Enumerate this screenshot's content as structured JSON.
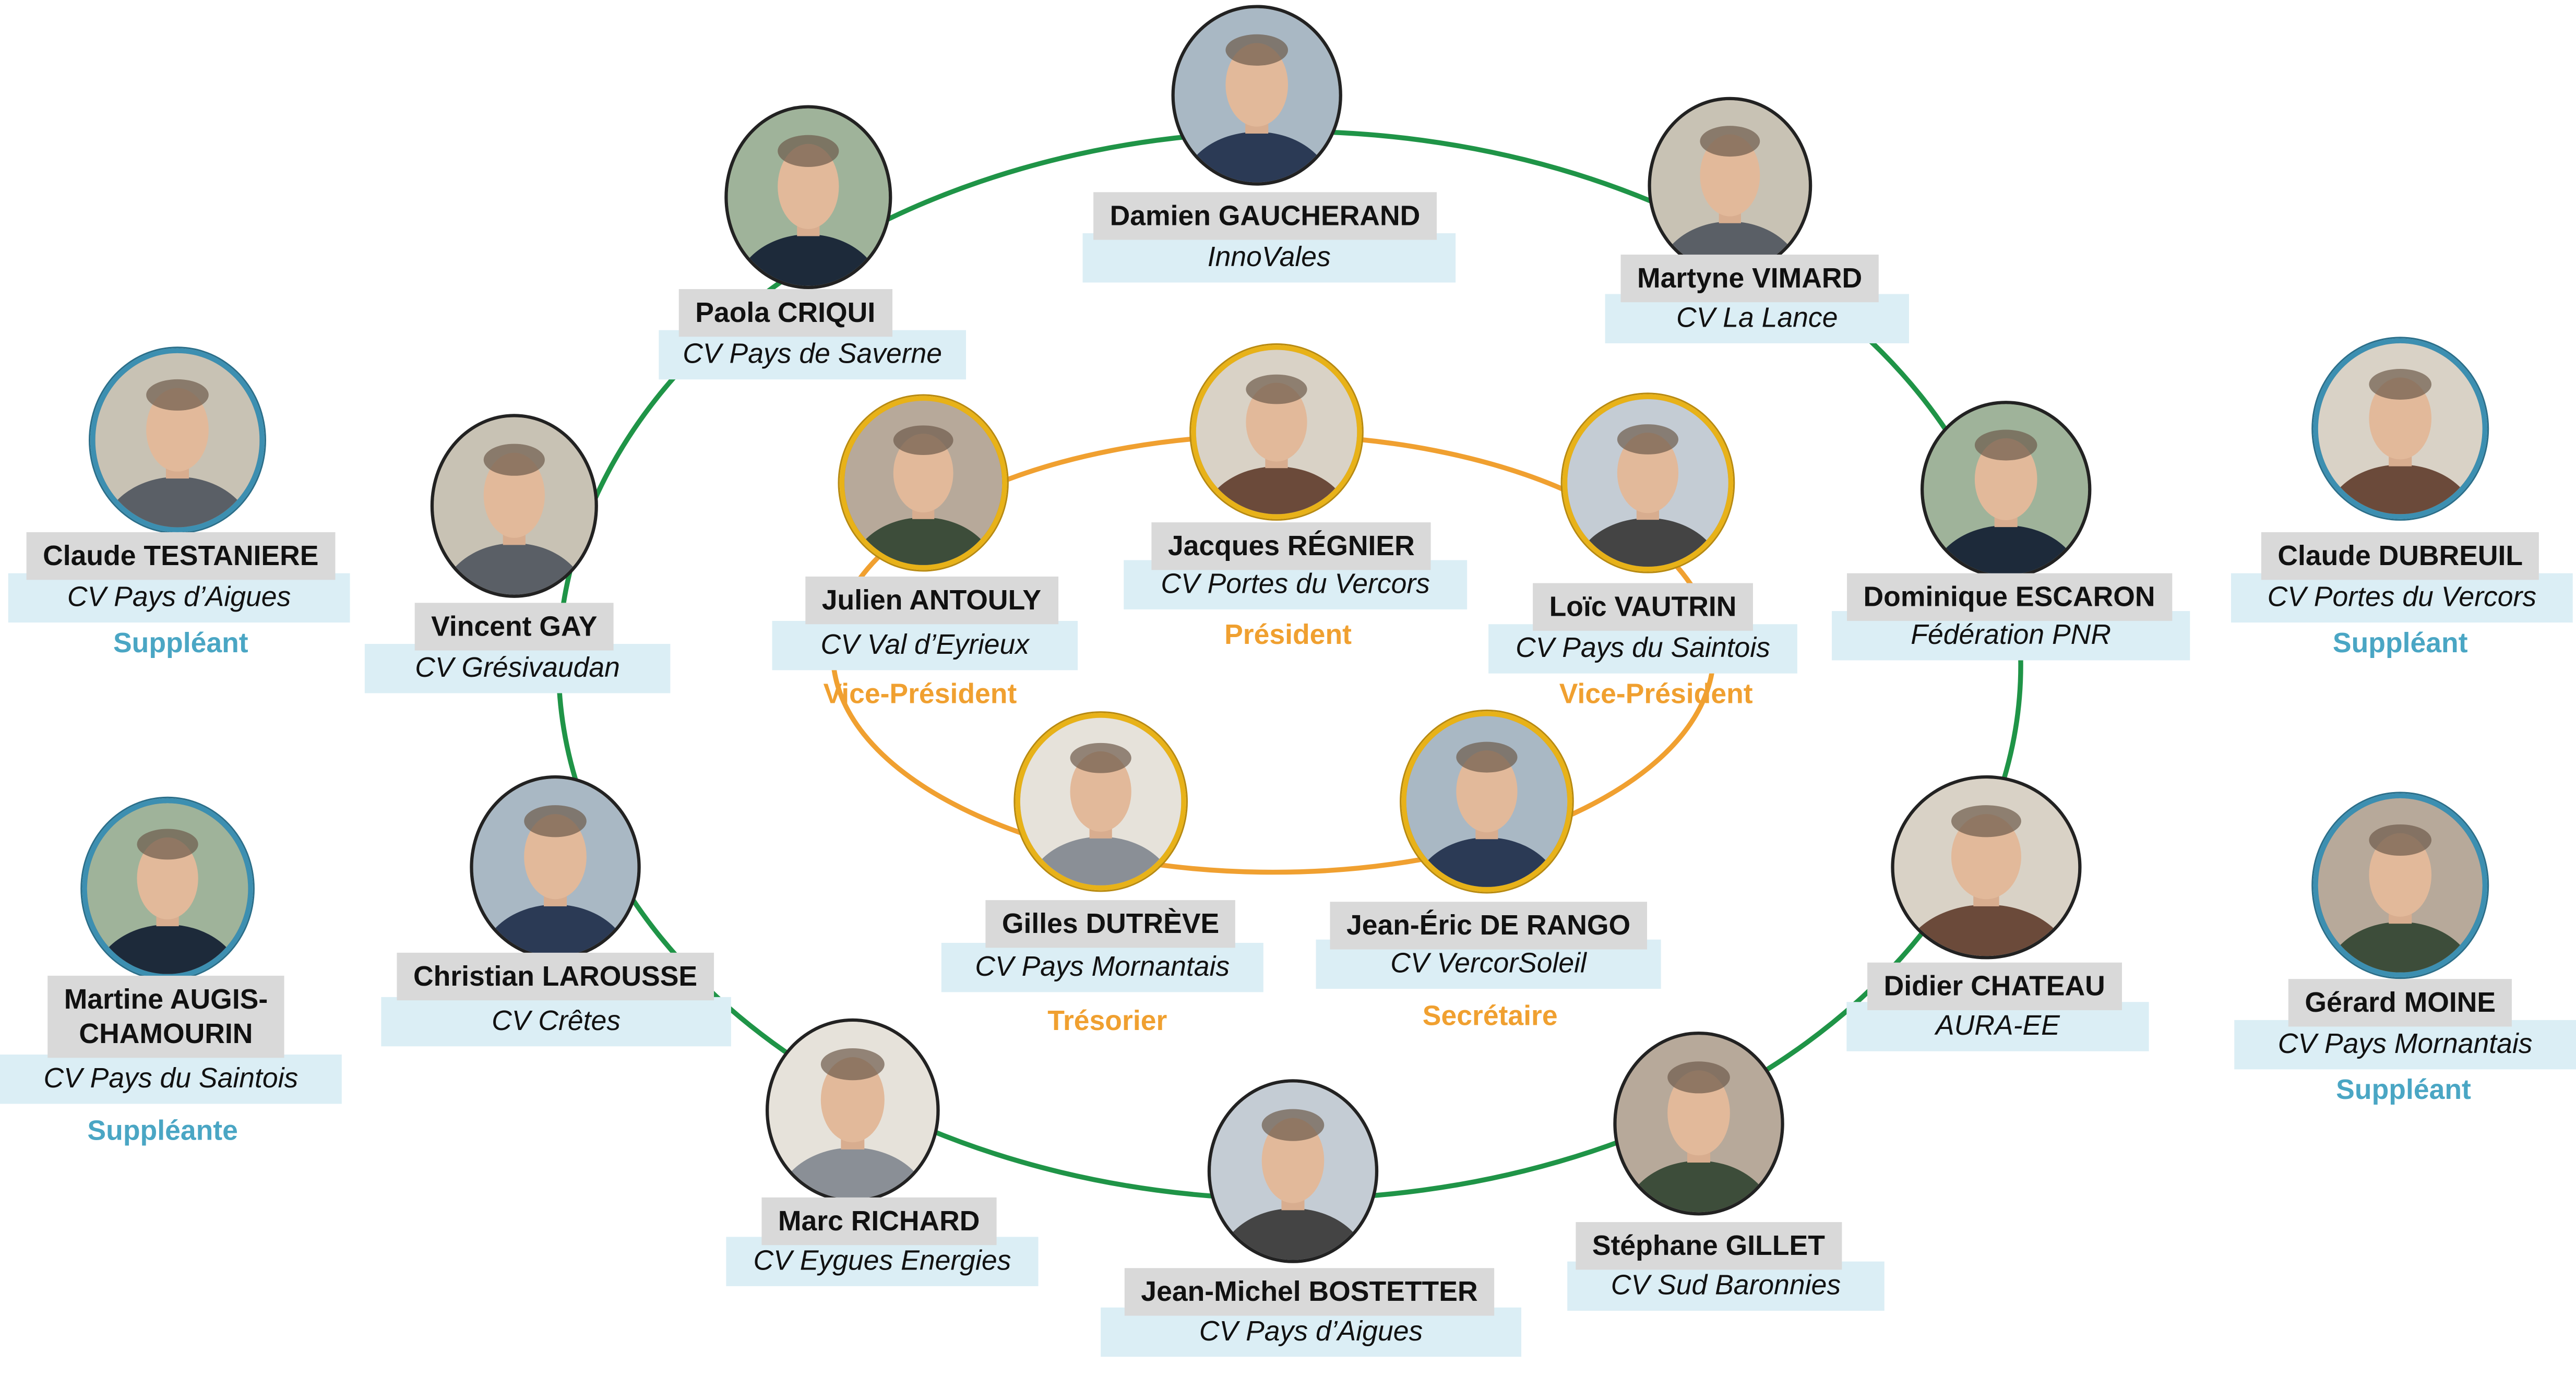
{
  "colors": {
    "outer_ring": "#1f9447",
    "inner_ring": "#f0a030",
    "role_bureau": "#f0a030",
    "role_substitute": "#4aa6c4",
    "name_box": "#d9d9d9",
    "org_box": "#dbeef5"
  },
  "people": [
    {
      "id": "damien",
      "name": "Damien GAUCHERAND",
      "org": "InnoVales",
      "role": ""
    },
    {
      "id": "martyne",
      "name": "Martyne VIMARD",
      "org": "CV La Lance",
      "role": ""
    },
    {
      "id": "dominique",
      "name": "Dominique ESCARON",
      "org": "Fédération PNR",
      "role": ""
    },
    {
      "id": "didier",
      "name": "Didier CHATEAU",
      "org": "AURA-EE",
      "role": ""
    },
    {
      "id": "stephane",
      "name": "Stéphane GILLET",
      "org": "CV Sud Baronnies",
      "role": ""
    },
    {
      "id": "jeanmichel",
      "name": "Jean-Michel BOSTETTER",
      "org": "CV Pays d’Aigues",
      "role": ""
    },
    {
      "id": "marc",
      "name": "Marc RICHARD",
      "org": "CV Eygues Energies",
      "role": ""
    },
    {
      "id": "christian",
      "name": "Christian LAROUSSE",
      "org": "CV Crêtes",
      "role": ""
    },
    {
      "id": "vincent",
      "name": "Vincent GAY",
      "org": "CV Grésivaudan",
      "role": ""
    },
    {
      "id": "paola",
      "name": "Paola CRIQUI",
      "org": "CV Pays de Saverne",
      "role": ""
    },
    {
      "id": "jacques",
      "name": "Jacques RÉGNIER",
      "org": "CV Portes du Vercors",
      "role": "Président"
    },
    {
      "id": "julien",
      "name": "Julien ANTOULY",
      "org": "CV Val d’Eyrieux",
      "role": "Vice-Président"
    },
    {
      "id": "loic",
      "name": "Loïc VAUTRIN",
      "org": "CV Pays du Saintois",
      "role": "Vice-Président"
    },
    {
      "id": "gilles",
      "name": "Gilles DUTRÈVE",
      "org": "CV Pays Mornantais",
      "role": "Trésorier"
    },
    {
      "id": "jeaneric",
      "name": "Jean-Éric DE RANGO",
      "org": "CV VercorSoleil",
      "role": "Secrétaire"
    },
    {
      "id": "claudet",
      "name": "Claude TESTANIERE",
      "org": "CV Pays d’Aigues",
      "role": "Suppléant"
    },
    {
      "id": "martine",
      "name": "Martine AUGIS-\nCHAMOURIN",
      "org": "CV Pays du Saintois",
      "role": "Suppléante"
    },
    {
      "id": "claudd",
      "name": "Claude DUBREUIL",
      "org": "CV Portes du Vercors",
      "role": "Suppléant"
    },
    {
      "id": "gerard",
      "name": "Gérard MOINE",
      "org": "CV Pays Mornantais",
      "role": "Suppléant"
    }
  ]
}
